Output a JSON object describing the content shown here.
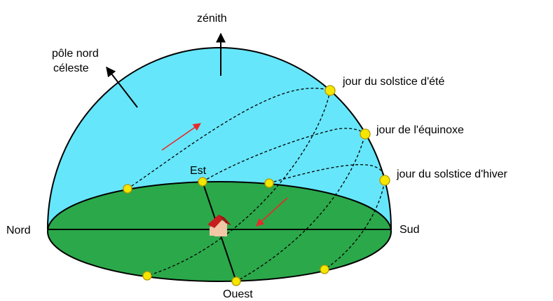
{
  "labels": {
    "zenith": "zénith",
    "pole_line1": "pôle nord",
    "pole_line2": "céleste",
    "summer": "jour du solstice d'été",
    "equinox": "jour de l'équinoxe",
    "winter": "jour du solstice d'hiver",
    "north": "Nord",
    "south": "Sud",
    "east": "Est",
    "west": "Ouest"
  },
  "colors": {
    "sky": "#66e6fa",
    "ground": "#2ba84a",
    "sun": "#f5e600",
    "sun_outline": "#b59a00",
    "arrow_red": "#e82a2a",
    "house_roof": "#c81e1e",
    "house_wall": "#f2c7a6"
  },
  "icons": {
    "sun_marker": "yellow-circle",
    "observer": "house-icon",
    "direction_arrow": "red-arrow"
  }
}
